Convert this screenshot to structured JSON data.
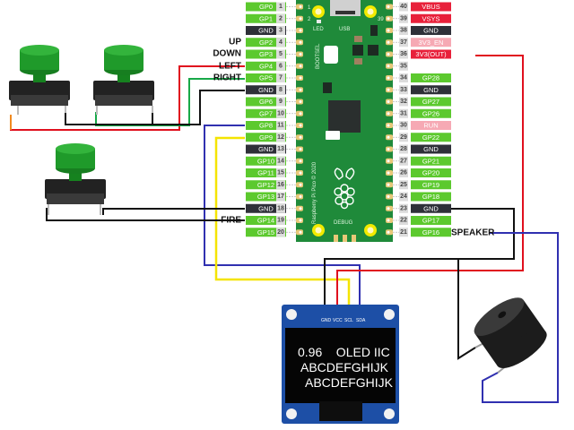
{
  "title": "Raspberry Pi Pico wiring diagram: buttons, OLED display, speaker",
  "board": {
    "name": "Raspberry Pi Pico",
    "silkscreen": "Raspberry Pi Pico © 2020",
    "labels": {
      "led": "LED",
      "usb": "USB",
      "bootsel": "BOOTSEL",
      "debug": "DEBUG",
      "pin1": "1",
      "pin2": "2",
      "pin39": "39"
    },
    "left_pins": [
      {
        "num": "1",
        "label": "GP0",
        "type": "gpio"
      },
      {
        "num": "2",
        "label": "GP1",
        "type": "gpio"
      },
      {
        "num": "3",
        "label": "GND",
        "type": "gnd"
      },
      {
        "num": "4",
        "label": "GP2",
        "type": "gpio"
      },
      {
        "num": "5",
        "label": "GP3",
        "type": "gpio"
      },
      {
        "num": "6",
        "label": "GP4",
        "type": "gpio"
      },
      {
        "num": "7",
        "label": "GP5",
        "type": "gpio"
      },
      {
        "num": "8",
        "label": "GND",
        "type": "gnd"
      },
      {
        "num": "9",
        "label": "GP6",
        "type": "gpio"
      },
      {
        "num": "10",
        "label": "GP7",
        "type": "gpio"
      },
      {
        "num": "11",
        "label": "GP8",
        "type": "gpio"
      },
      {
        "num": "12",
        "label": "GP9",
        "type": "gpio"
      },
      {
        "num": "13",
        "label": "GND",
        "type": "gnd"
      },
      {
        "num": "14",
        "label": "GP10",
        "type": "gpio"
      },
      {
        "num": "15",
        "label": "GP11",
        "type": "gpio"
      },
      {
        "num": "16",
        "label": "GP12",
        "type": "gpio"
      },
      {
        "num": "17",
        "label": "GP13",
        "type": "gpio"
      },
      {
        "num": "18",
        "label": "GND",
        "type": "gnd"
      },
      {
        "num": "19",
        "label": "GP14",
        "type": "gpio"
      },
      {
        "num": "20",
        "label": "GP15",
        "type": "gpio"
      }
    ],
    "right_pins": [
      {
        "num": "40",
        "label": "VBUS",
        "type": "power"
      },
      {
        "num": "39",
        "label": "VSYS",
        "type": "power"
      },
      {
        "num": "38",
        "label": "GND",
        "type": "gnd"
      },
      {
        "num": "37",
        "label": "3V3_EN",
        "type": "control"
      },
      {
        "num": "36",
        "label": "3V3(OUT)",
        "type": "power"
      },
      {
        "num": "35",
        "label": "",
        "type": "none"
      },
      {
        "num": "34",
        "label": "GP28",
        "type": "gpio"
      },
      {
        "num": "33",
        "label": "GND",
        "type": "gnd"
      },
      {
        "num": "32",
        "label": "GP27",
        "type": "gpio"
      },
      {
        "num": "31",
        "label": "GP26",
        "type": "gpio"
      },
      {
        "num": "30",
        "label": "RUN",
        "type": "control"
      },
      {
        "num": "29",
        "label": "GP22",
        "type": "gpio"
      },
      {
        "num": "28",
        "label": "GND",
        "type": "gnd"
      },
      {
        "num": "27",
        "label": "GP21",
        "type": "gpio"
      },
      {
        "num": "26",
        "label": "GP20",
        "type": "gpio"
      },
      {
        "num": "25",
        "label": "GP19",
        "type": "gpio"
      },
      {
        "num": "24",
        "label": "GP18",
        "type": "gpio"
      },
      {
        "num": "23",
        "label": "GND",
        "type": "gnd"
      },
      {
        "num": "22",
        "label": "GP17",
        "type": "gpio"
      },
      {
        "num": "21",
        "label": "GP16",
        "type": "gpio"
      }
    ]
  },
  "signals": {
    "up": "UP",
    "down": "DOWN",
    "left": "LEFT",
    "right": "RIGHT",
    "fire": "FIRE",
    "speaker": "SPEAKER"
  },
  "oled": {
    "pins": [
      "GND",
      "VCC",
      "SCL",
      "SDA"
    ],
    "lines": [
      "0.96    OLED IIC",
      "ABCDEFGHIJK",
      "ABCDEFGHIJK"
    ]
  },
  "colors": {
    "gpio": "#5cc92e",
    "gnd": "#2e3038",
    "power": "#e8203a",
    "control": "#f6a9b4",
    "pcb": "#1f8a3a",
    "wire_red": "#e0101e",
    "wire_black": "#111111",
    "wire_green": "#18a848",
    "wire_blue": "#3030b0",
    "wire_yellow": "#f4e400",
    "button_cap": "#1f9a2a"
  }
}
